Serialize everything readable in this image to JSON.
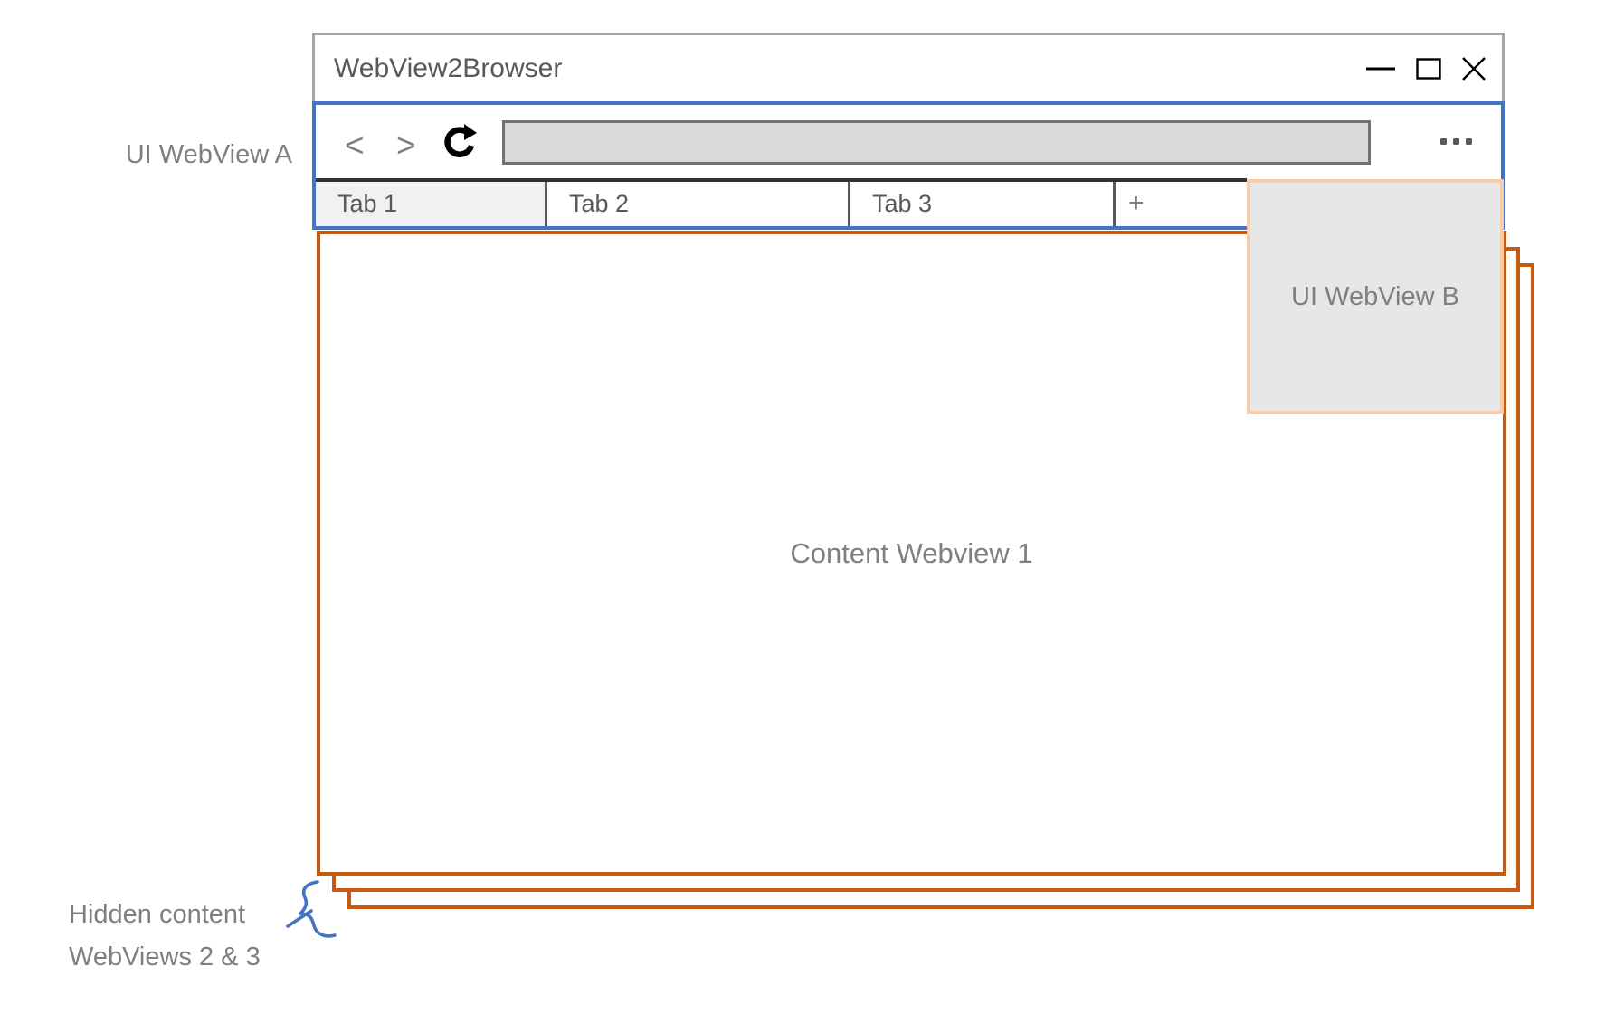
{
  "window": {
    "title": "WebView2Browser"
  },
  "toolbar": {
    "back_glyph": "<",
    "forward_glyph": ">",
    "address": {
      "value": "",
      "placeholder": ""
    }
  },
  "tabs": [
    {
      "label": "Tab 1",
      "active": true
    },
    {
      "label": "Tab 2",
      "active": false
    },
    {
      "label": "Tab 3",
      "active": false
    },
    {
      "label": "+",
      "active": false
    }
  ],
  "annotations": {
    "ui_webview_a": "UI WebView A",
    "ui_webview_b": "UI WebView B",
    "content_webview_1": "Content Webview 1",
    "hidden_webviews_line1": "Hidden content",
    "hidden_webviews_line2": "WebViews 2 & 3"
  },
  "icons": {
    "reload": "clockwise-arrow",
    "menu": "ellipsis",
    "minimize": "dash",
    "maximize": "square",
    "close": "x"
  },
  "colors": {
    "accent_blue": "#4472C4",
    "accent_orange": "#C55A11",
    "accent_orange_light": "#F7CBAC",
    "frame_gray": "#A6A6A6",
    "text_gray": "#7F7F7F",
    "address_fill": "#D9D9D9",
    "active_tab_fill": "#F1F1F1",
    "ui_webview_b_fill": "#E8E7E7"
  }
}
